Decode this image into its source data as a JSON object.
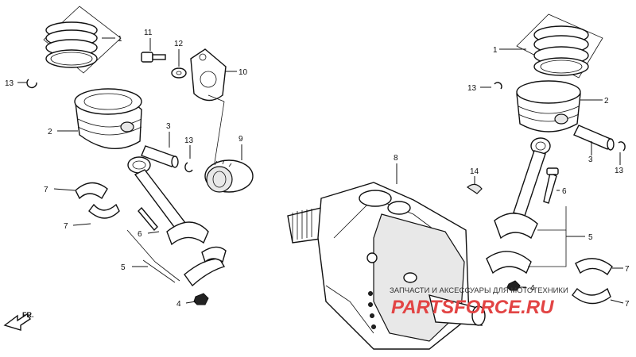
{
  "callouts": {
    "left_1": "1",
    "left_2": "2",
    "left_3": "3",
    "left_4": "4",
    "left_5": "5",
    "left_6": "6",
    "left_7a": "7",
    "left_7b": "7",
    "left_9": "9",
    "left_10": "10",
    "left_11": "11",
    "left_12": "12",
    "left_13a": "13",
    "left_13b": "13",
    "center_8": "8",
    "right_1": "1",
    "right_2": "2",
    "right_3": "3",
    "right_4": "4",
    "right_5": "5",
    "right_6": "6",
    "right_7a": "7",
    "right_7b": "7",
    "right_13a": "13",
    "right_13b": "13",
    "right_14": "14"
  },
  "direction_label": "FR.",
  "watermark": {
    "tagline": "ЗАПЧАСТИ И АКСЕССУАРЫ ДЛЯ МОТОТЕХНИКИ",
    "brand": "PARTSFORCE.RU",
    "brand_color": "#e24444"
  }
}
